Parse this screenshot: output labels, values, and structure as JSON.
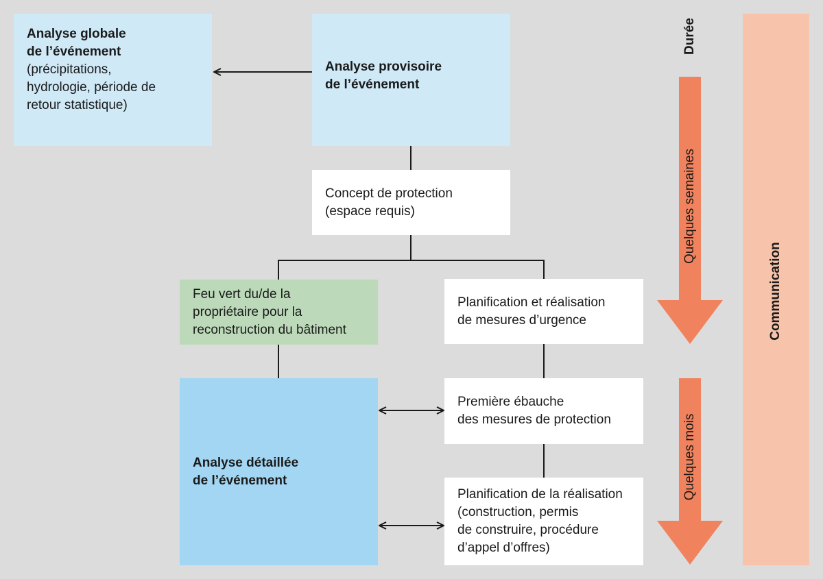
{
  "boxes": {
    "global": {
      "title_lines": [
        "Analyse globale",
        "de l’événement"
      ],
      "detail_lines": [
        "(précipitations,",
        "hydrologie, période de",
        "retour statistique)"
      ]
    },
    "provisoire": {
      "title_lines": [
        "Analyse provisoire",
        "de l’événement"
      ]
    },
    "concept": {
      "lines": [
        "Concept de protection",
        "(espace requis)"
      ]
    },
    "feu_vert": {
      "lines": [
        "Feu vert du/de la",
        "propriétaire pour la",
        "reconstruction du bâtiment"
      ]
    },
    "urgence": {
      "lines": [
        "Planification et réalisation",
        "de mesures d’urgence"
      ]
    },
    "detaillee": {
      "title_lines": [
        "Analyse détaillée",
        "de l’événement"
      ]
    },
    "ebauche": {
      "lines": [
        "Première ébauche",
        "des mesures de protection"
      ]
    },
    "realisation": {
      "lines": [
        "Planification de la réalisation",
        "(construction, permis",
        "de construire, procédure",
        "d’appel d’offres)"
      ]
    }
  },
  "timeline": {
    "heading": "Durée",
    "phase_1": "Quelques semaines",
    "phase_2": "Quelques mois",
    "arrow_color": "#f0835e"
  },
  "communication": {
    "label": "Communication",
    "color": "#f7c3aa"
  }
}
